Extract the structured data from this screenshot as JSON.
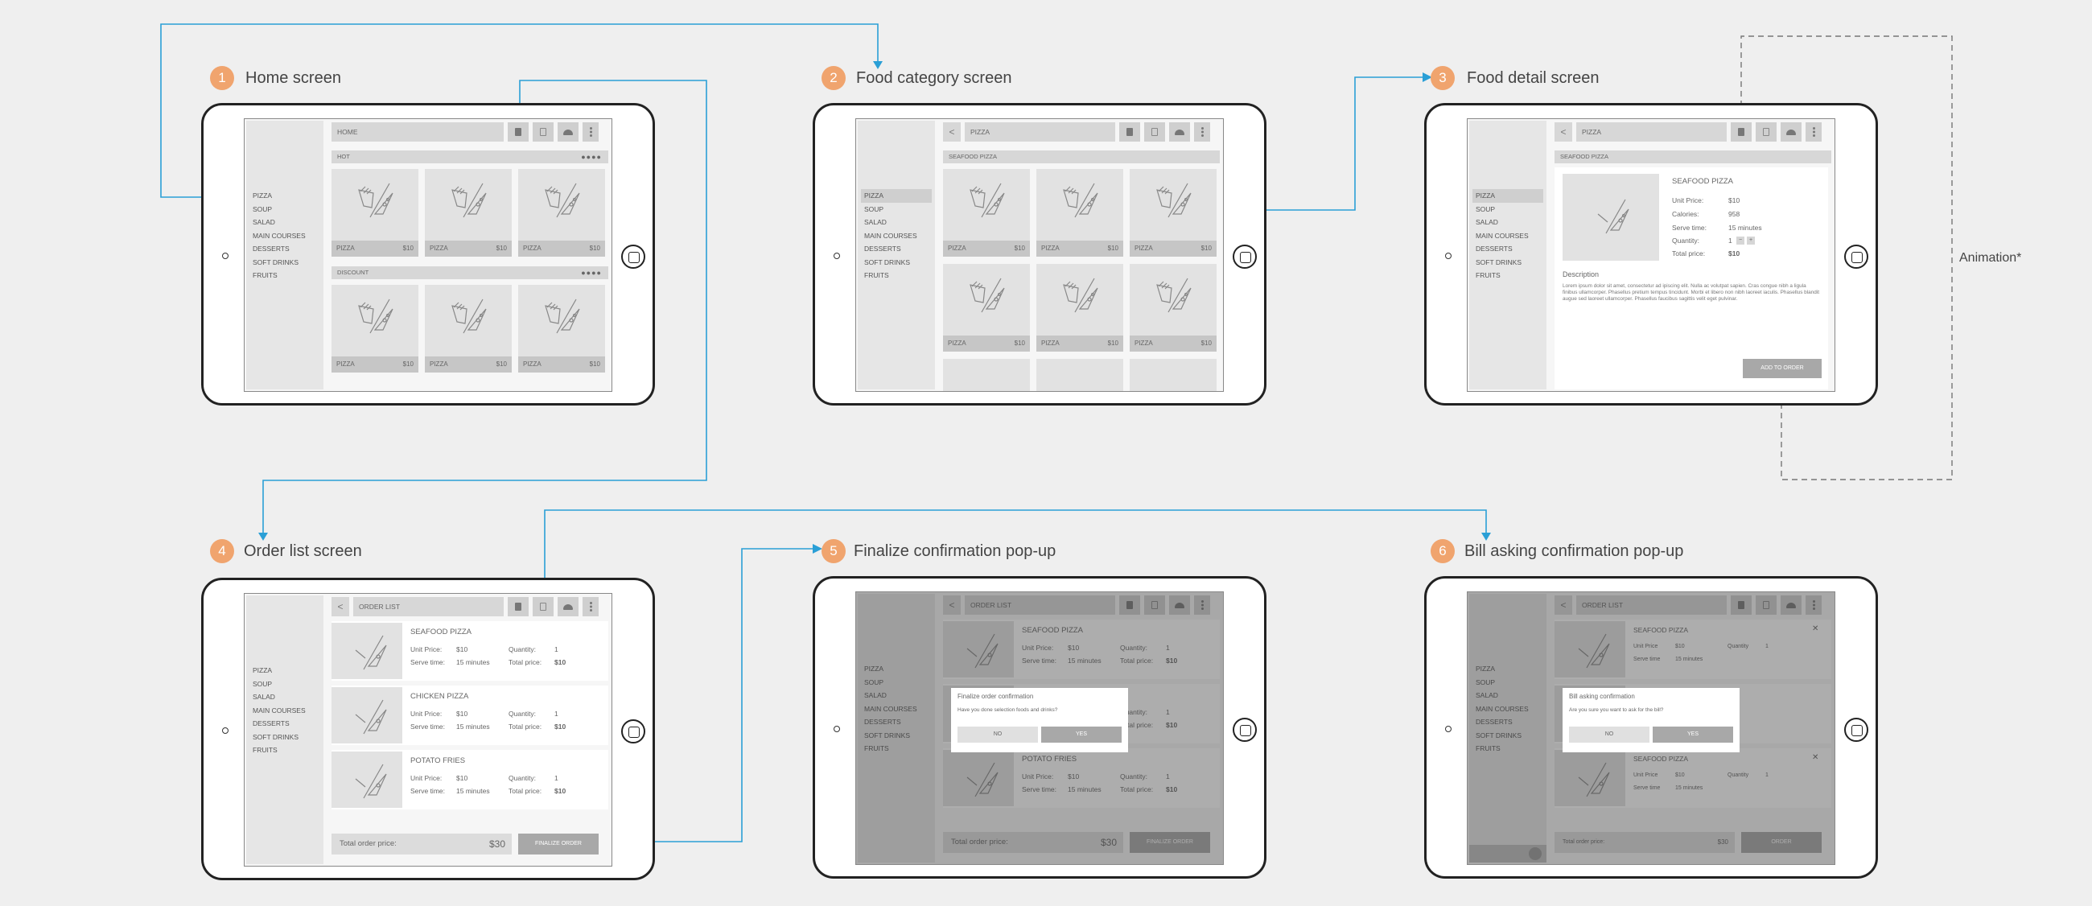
{
  "steps": [
    {
      "num": "1",
      "title": "Home screen"
    },
    {
      "num": "2",
      "title": "Food category screen"
    },
    {
      "num": "3",
      "title": "Food detail screen"
    },
    {
      "num": "4",
      "title": "Order list screen"
    },
    {
      "num": "5",
      "title": "Finalize confirmation pop-up"
    },
    {
      "num": "6",
      "title": "Bill asking confirmation pop-up"
    }
  ],
  "annotation": "Animation*",
  "menu": [
    "PIZZA",
    "SOUP",
    "SALAD",
    "MAIN COURSES",
    "DESSERTS",
    "SOFT DRINKS",
    "FRUITS"
  ],
  "home": {
    "title": "HOME",
    "hot_label": "HOT",
    "discount_label": "DISCOUNT",
    "dots": "●●●●",
    "card_name": "PIZZA",
    "card_price": "$10"
  },
  "category": {
    "title": "PIZZA",
    "section": "SEAFOOD PIZZA",
    "card_name": "PIZZA",
    "card_price": "$10",
    "back": "<"
  },
  "detail": {
    "title": "PIZZA",
    "section": "SEAFOOD PIZZA",
    "name": "SEAFOOD PIZZA",
    "unit_price_label": "Unit Price:",
    "unit_price": "$10",
    "calories_label": "Calories:",
    "calories": "958",
    "serve_label": "Serve time:",
    "serve": "15 minutes",
    "qty_label": "Quantity:",
    "qty": "1",
    "qty_minus": "−",
    "qty_plus": "+",
    "total_label": "Total price:",
    "total": "$10",
    "desc_label": "Description",
    "desc_text": "Lorem ipsum dolor sit amet, consectetur ad ipiscing elit. Nulla ac volutpat sapien. Cras congue nibh a ligula finibus ullamcorper. Phasellus pretium tempus tincidunt. Morbi et libero non nibh laoreet iaculis. Phasellus blandit augue sed laoreet ullamcorper. Phasellus faucibus sagittis velit eget pulvinar.",
    "add_button": "ADD TO ORDER"
  },
  "orders": {
    "title": "ORDER LIST",
    "items": [
      {
        "name": "SEAFOOD PIZZA",
        "unit_label": "Unit Price:",
        "unit": "$10",
        "serve_label": "Serve time:",
        "serve": "15 minutes",
        "qty_label": "Quantity:",
        "qty": "1",
        "total_label": "Total price:",
        "total": "$10"
      },
      {
        "name": "CHICKEN PIZZA",
        "unit_label": "Unit Price:",
        "unit": "$10",
        "serve_label": "Serve time:",
        "serve": "15 minutes",
        "qty_label": "Quantity:",
        "qty": "1",
        "total_label": "Total price:",
        "total": "$10"
      },
      {
        "name": "POTATO FRIES",
        "unit_label": "Unit Price:",
        "unit": "$10",
        "serve_label": "Serve time:",
        "serve": "15 minutes",
        "qty_label": "Quantity:",
        "qty": "1",
        "total_label": "Total price:",
        "total": "$10"
      }
    ],
    "total_label": "Total order price:",
    "total": "$30",
    "finalize_button": "FINALIZE ORDER"
  },
  "bill_orders": {
    "items": [
      "SEAFOOD PIZZA",
      "SEAFOOD PIZZA"
    ],
    "unit_label": "Unit Price",
    "unit": "$10",
    "serve_label": "Serve time",
    "serve": "15 minutes",
    "qty_label": "Quantity",
    "qty": "1",
    "close": "✕",
    "order_button": "ORDER"
  },
  "finalize_popup": {
    "title": "Finalize order confirmation",
    "message": "Have you done selection foods and drinks?",
    "no": "NO",
    "yes": "YES"
  },
  "bill_popup": {
    "title": "Bill asking confirmation",
    "message": "Are you sure you want to ask for the bill?",
    "no": "NO",
    "yes": "YES"
  },
  "colors": {
    "flow_line": "#2a9fd6",
    "badge": "#f0a46e",
    "dashed": "#777777"
  }
}
